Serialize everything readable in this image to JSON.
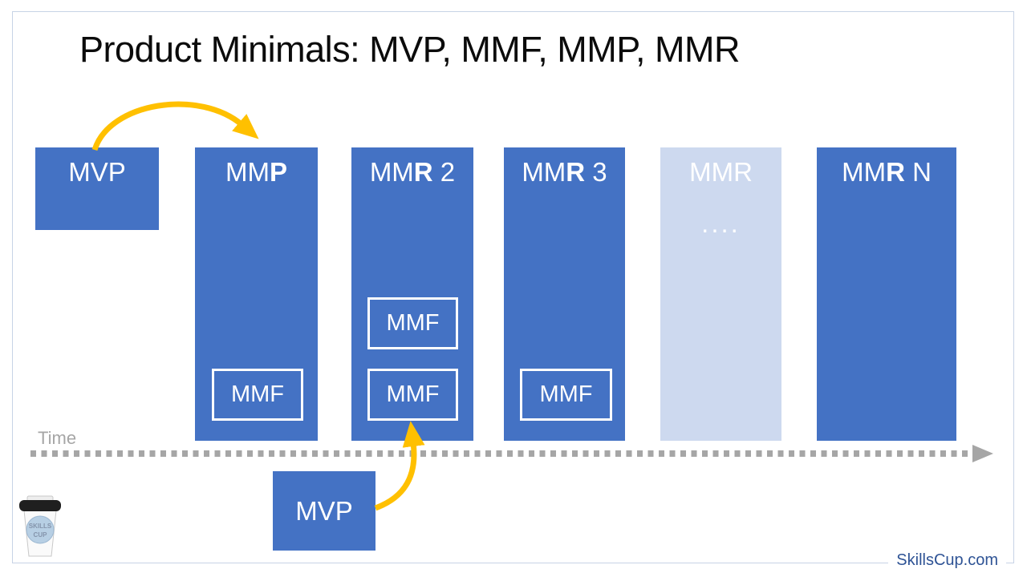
{
  "title": "Product Minimals: MVP, MMF, MMP, MMR",
  "timeline": {
    "label": "Time"
  },
  "columns": {
    "mvp": {
      "label": "MVP"
    },
    "mmp": {
      "pre": "MM",
      "bold": "P",
      "post": "",
      "mmf": "MMF"
    },
    "mmr2": {
      "pre": "MM",
      "bold": "R",
      "post": " 2",
      "mmf_top": "MMF",
      "mmf_bottom": "MMF"
    },
    "mmr3": {
      "pre": "MM",
      "bold": "R",
      "post": " 3",
      "mmf": "MMF"
    },
    "mmr_future": {
      "label": "MMR",
      "dots": "...."
    },
    "mmr_n": {
      "pre": "MM",
      "bold": "R",
      "post": " N"
    }
  },
  "bottom_mvp": {
    "label": "MVP"
  },
  "footer": {
    "site": "SkillsCup.com"
  },
  "logo": {
    "line1": "SKILLS",
    "line2": "CUP"
  },
  "colors": {
    "bar_blue": "#4472C4",
    "bar_light_blue": "#CDD9EF",
    "arrow_gold": "#FFC000",
    "timeline_gray": "#A6A6A6",
    "footer_blue": "#2E5395",
    "frame_border": "#C7D3E6",
    "mmf_border": "#FFFFFF",
    "title_color": "#0B0B0B"
  }
}
